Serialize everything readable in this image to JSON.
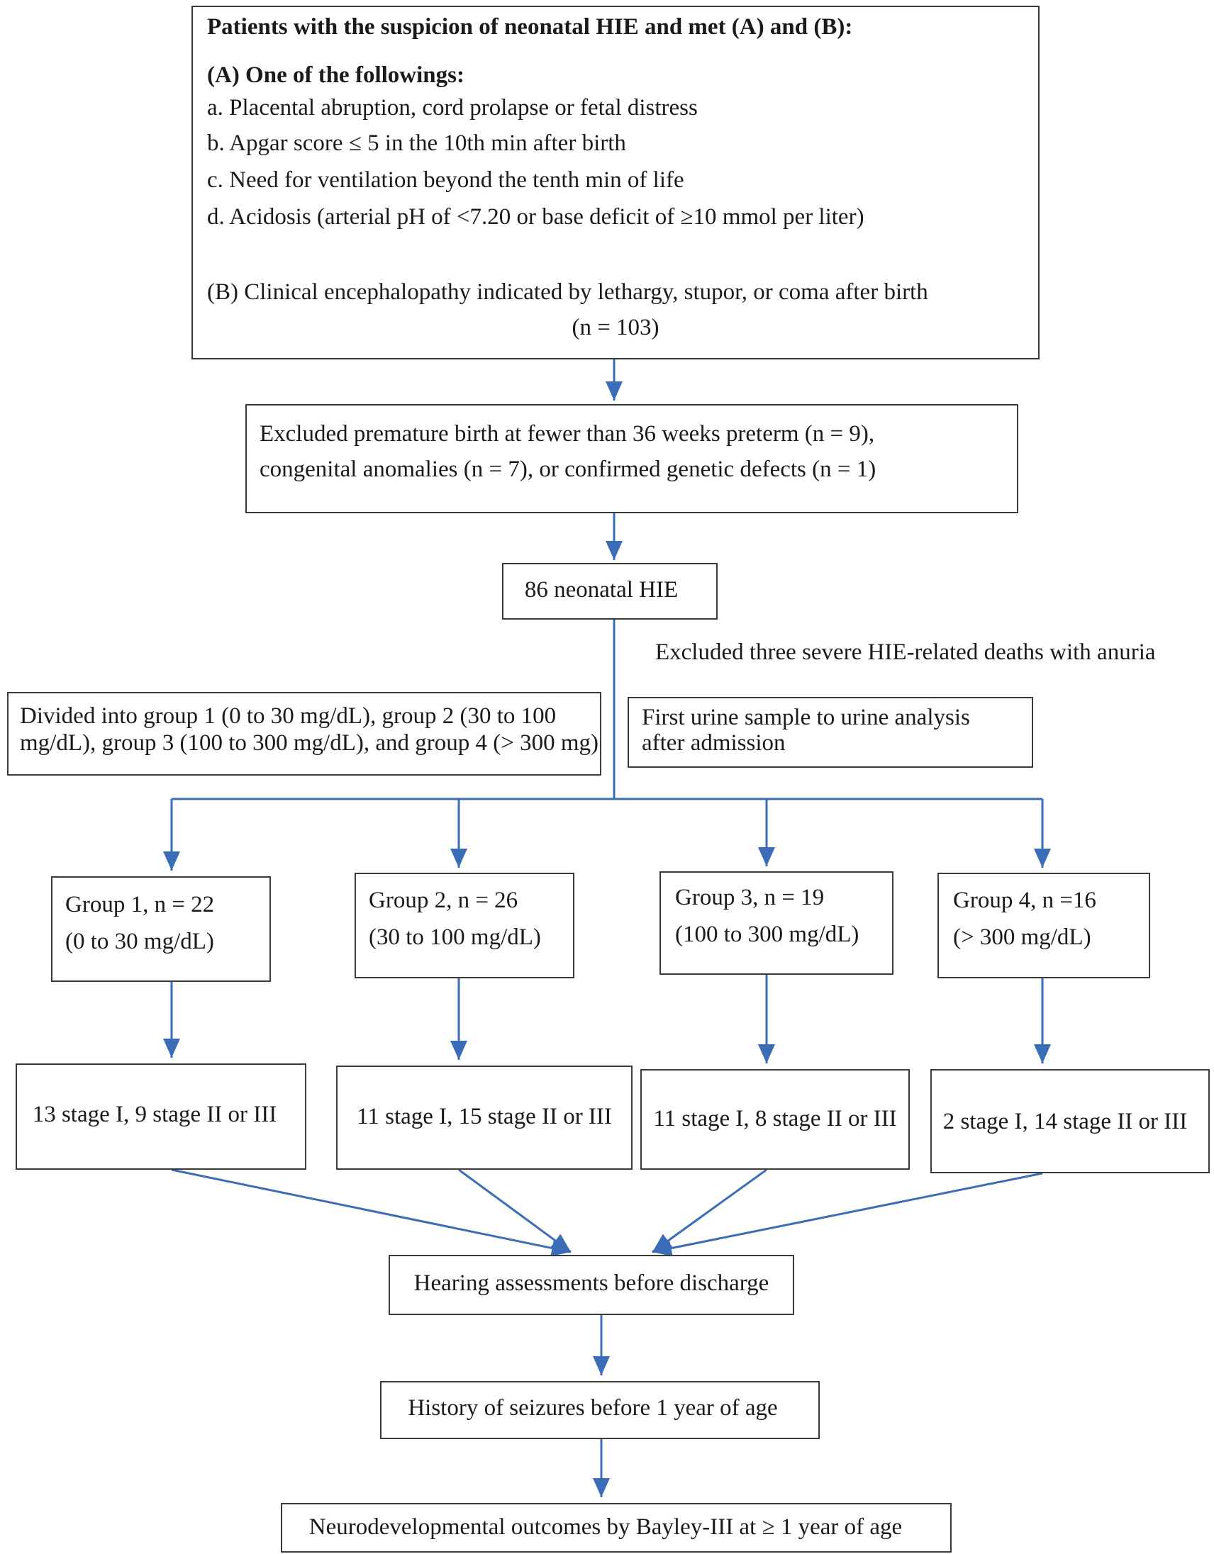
{
  "colors": {
    "arrow": "#3b6cb7",
    "border": "#3a3a3a",
    "background": "#ffffff"
  },
  "criteria": {
    "heading": "Patients with the suspicion of neonatal HIE and met (A) and (B):",
    "a_heading": "(A) One of the followings:",
    "a_items": [
      "a. Placental abruption, cord prolapse or fetal distress",
      "b. Apgar score ≤ 5 in the 10th min after birth",
      "c. Need for ventilation beyond the tenth min of life",
      "d. Acidosis (arterial pH of <7.20 or base deficit of ≥10 mmol per liter)"
    ],
    "b_text": "(B) Clinical encephalopathy indicated by lethargy, stupor, or coma after birth",
    "count": "(n = 103)"
  },
  "exclusion1": {
    "line1": "Excluded premature birth at fewer than 36 weeks preterm (n = 9),",
    "line2": "congenital anomalies (n = 7), or confirmed genetic defects (n = 1)"
  },
  "cohort": {
    "label": "86 neonatal HIE"
  },
  "exclusion2": {
    "label": "Excluded three severe HIE-related deaths with anuria"
  },
  "division": {
    "line1": "Divided into group 1 (0 to 30 mg/dL), group 2 (30 to 100",
    "line2": "mg/dL), group 3 (100 to 300 mg/dL), and group 4 (> 300 mg)"
  },
  "urine": {
    "line1": "First urine sample to urine analysis",
    "line2": "after admission"
  },
  "groups": [
    {
      "title": "Group 1, n = 22",
      "range": "(0 to 30 mg/dL)",
      "stages": "13 stage I, 9 stage II or III"
    },
    {
      "title": "Group 2, n = 26",
      "range": "(30 to 100 mg/dL)",
      "stages": "11 stage I, 15 stage II or III"
    },
    {
      "title": "Group 3, n = 19",
      "range": "(100 to 300 mg/dL)",
      "stages": "11 stage I, 8 stage II or III"
    },
    {
      "title": "Group 4, n =16",
      "range": "(> 300 mg/dL)",
      "stages": "2 stage I, 14 stage II or III"
    }
  ],
  "hearing": {
    "label": "Hearing assessments before discharge"
  },
  "seizures": {
    "label": "History of seizures before 1 year of age"
  },
  "outcomes": {
    "label": "Neurodevelopmental outcomes by Bayley-III at ≥ 1 year of age"
  }
}
